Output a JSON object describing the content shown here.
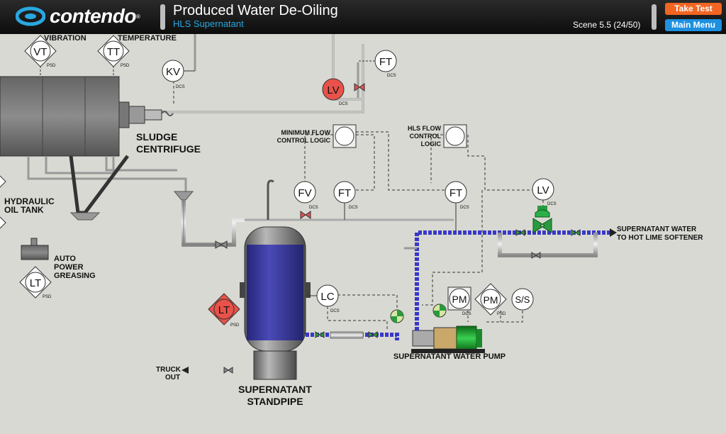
{
  "header": {
    "logo_text": "contendo",
    "title": "Produced Water De-Oiling",
    "subtitle": "HLS Supernatant",
    "scene": "Scene 5.5 (24/50)",
    "take_test_label": "Take Test",
    "main_menu_label": "Main Menu"
  },
  "labels": {
    "vibration": "VIBRATION",
    "temperature": "TEMPERATURE",
    "sludge_1": "SLUDGE",
    "sludge_2": "CENTRIFUGE",
    "hydraulic_1": "HYDRAULIC",
    "hydraulic_2": "OIL TANK",
    "auto_1": "AUTO",
    "auto_2": "POWER",
    "auto_3": "GREASING",
    "min_flow_1": "MINIMUM FLOW",
    "min_flow_2": "CONTROL LOGIC",
    "hls_flow_1": "HLS FLOW",
    "hls_flow_2": "CONTROL",
    "hls_flow_3": "LOGIC",
    "supernatant_out_1": "SUPERNATANT WATER",
    "supernatant_out_2": "TO HOT LIME SOFTENER",
    "pump": "SUPERNATANT WATER PUMP",
    "truck_1": "TRUCK",
    "truck_2": "OUT",
    "standpipe_1": "SUPERNATANT",
    "standpipe_2": "STANDPIPE"
  },
  "instruments": {
    "vt": {
      "tag": "VT",
      "sub": "PSD"
    },
    "tt": {
      "tag": "TT",
      "sub": "PSD"
    },
    "kv": {
      "tag": "KV",
      "sub": "DCS"
    },
    "ft_top": {
      "tag": "FT",
      "sub": "DCS"
    },
    "lv_top": {
      "tag": "LV",
      "sub": "DCS"
    },
    "lt_left": {
      "tag": "LT",
      "sub": "PSD"
    },
    "fv": {
      "tag": "FV",
      "sub": "DCS"
    },
    "ft_mid": {
      "tag": "FT",
      "sub": "DCS"
    },
    "ft_right": {
      "tag": "FT",
      "sub": "DCS"
    },
    "lv_right": {
      "tag": "LV",
      "sub": "DCS"
    },
    "lc": {
      "tag": "LC",
      "sub": "DCS"
    },
    "lt_red": {
      "tag": "LT",
      "sub": "PSD"
    },
    "pm1": {
      "tag": "PM",
      "sub": "DCS"
    },
    "pm2": {
      "tag": "PM",
      "sub": "PSD"
    },
    "ss": {
      "tag": "S/S",
      "sub": ""
    }
  },
  "colors": {
    "header_bg": "#111111",
    "accent_blue": "#29a8e0",
    "take_test": "#f26522",
    "main_menu": "#1e90e0",
    "alarm_red": "#e8524a",
    "pipe_blue": "#3838c8",
    "tank_liquid": "#3a3aa0",
    "pump_green": "#1aa830",
    "background": "#d9d9d3"
  }
}
